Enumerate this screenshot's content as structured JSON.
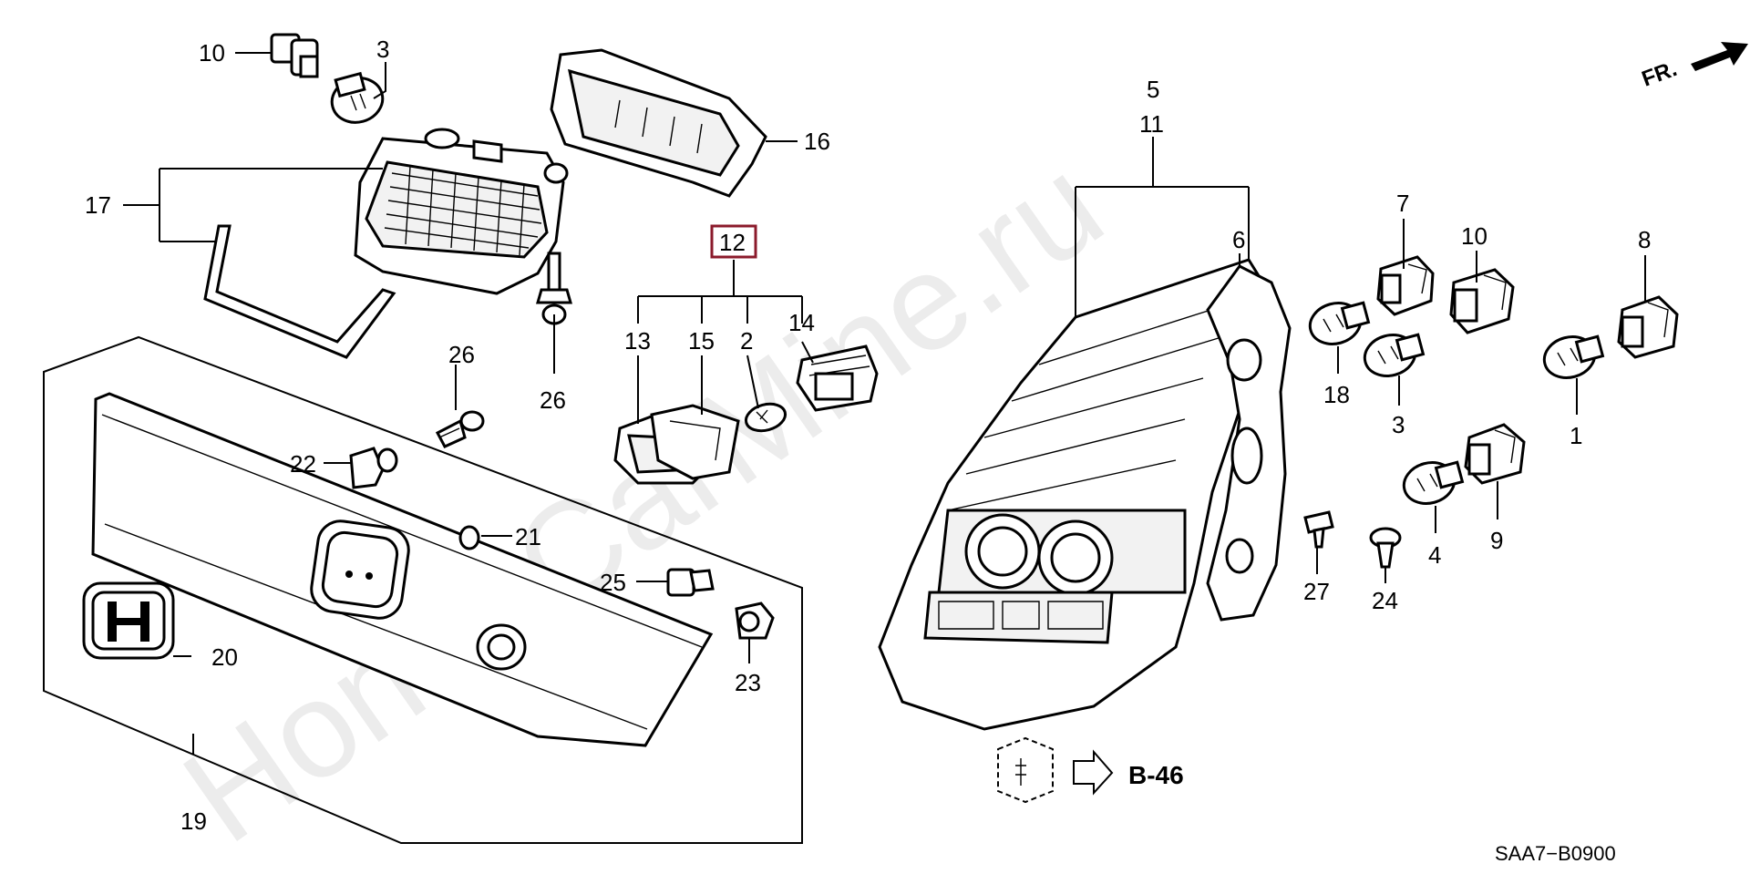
{
  "watermark": "HondaCarMine.ru",
  "direction_label": "FR.",
  "highlighted_part": "12",
  "reference": {
    "label": "B-46"
  },
  "diagram_code": "SAA7−B0900",
  "callouts": {
    "n10a": "10",
    "n3a": "3",
    "n16": "16",
    "n17": "17",
    "n12": "12",
    "n13": "13",
    "n15": "15",
    "n2": "2",
    "n14": "14",
    "n26a": "26",
    "n26b": "26",
    "n22": "22",
    "n21": "21",
    "n25": "25",
    "n20": "20",
    "n23": "23",
    "n19": "19",
    "n5": "5",
    "n11": "11",
    "n6": "6",
    "n7": "7",
    "n10b": "10",
    "n8": "8",
    "n18": "18",
    "n3b": "3",
    "n1": "1",
    "n4": "4",
    "n9": "9",
    "n27": "27",
    "n24": "24"
  }
}
